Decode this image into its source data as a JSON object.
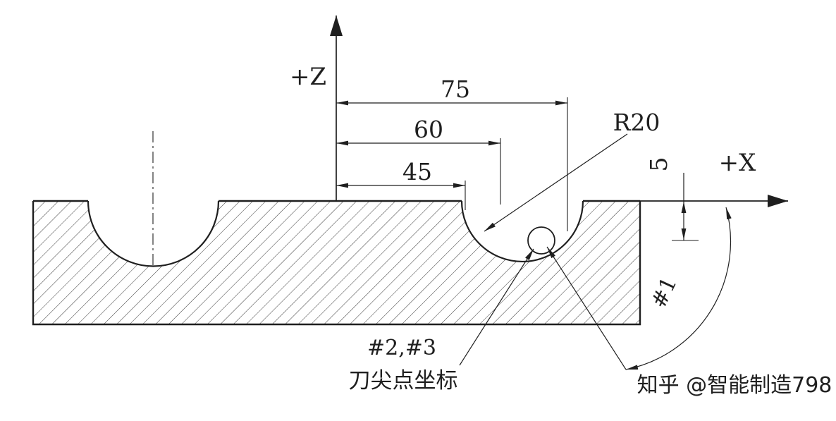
{
  "drawing": {
    "axis_z_label": "+Z",
    "axis_x_label": "+X",
    "dim_75": "75",
    "dim_60": "60",
    "dim_45": "45",
    "radius_label": "R20",
    "dim_5": "5",
    "tool1_label": "#1",
    "tool23_label": "#2,#3",
    "caption": "刀尖点坐标"
  },
  "watermark": "知乎 @智能制造798",
  "colors": {
    "line": "#1f1f1f",
    "hatch": "#3a3a3a",
    "watermark": "#b8b8b8"
  }
}
